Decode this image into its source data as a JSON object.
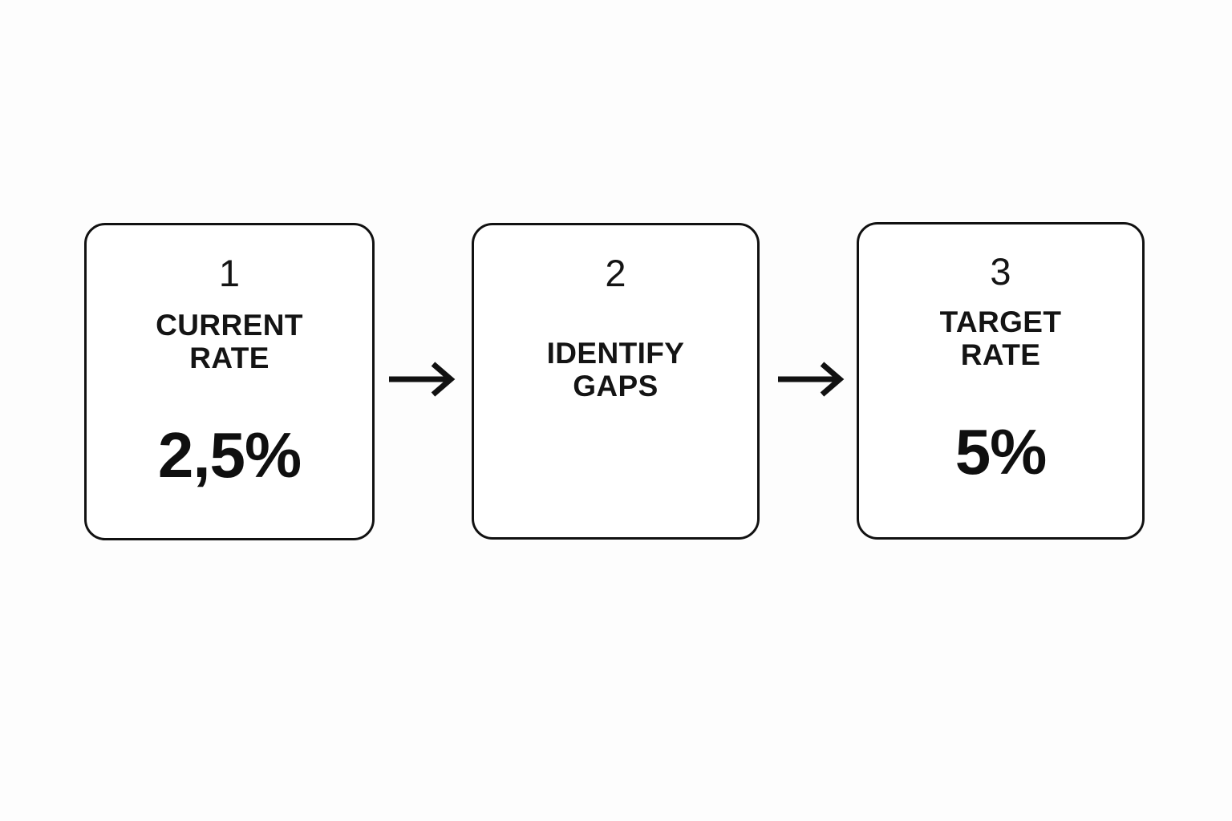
{
  "diagram": {
    "background_color": "#fdfdfd",
    "stroke_color": "#111111",
    "text_color": "#141414",
    "steps": [
      {
        "number": "1",
        "label": "CURRENT\nRATE",
        "value": "2,5%"
      },
      {
        "number": "2",
        "label": "IDENTIFY\nGAPS",
        "value": ""
      },
      {
        "number": "3",
        "label": "TARGET\nRATE",
        "value": "5%"
      }
    ],
    "connectors": [
      {
        "name": "arrow-step1-to-step2",
        "direction": "right"
      },
      {
        "name": "arrow-step2-to-step3",
        "direction": "right"
      }
    ]
  }
}
